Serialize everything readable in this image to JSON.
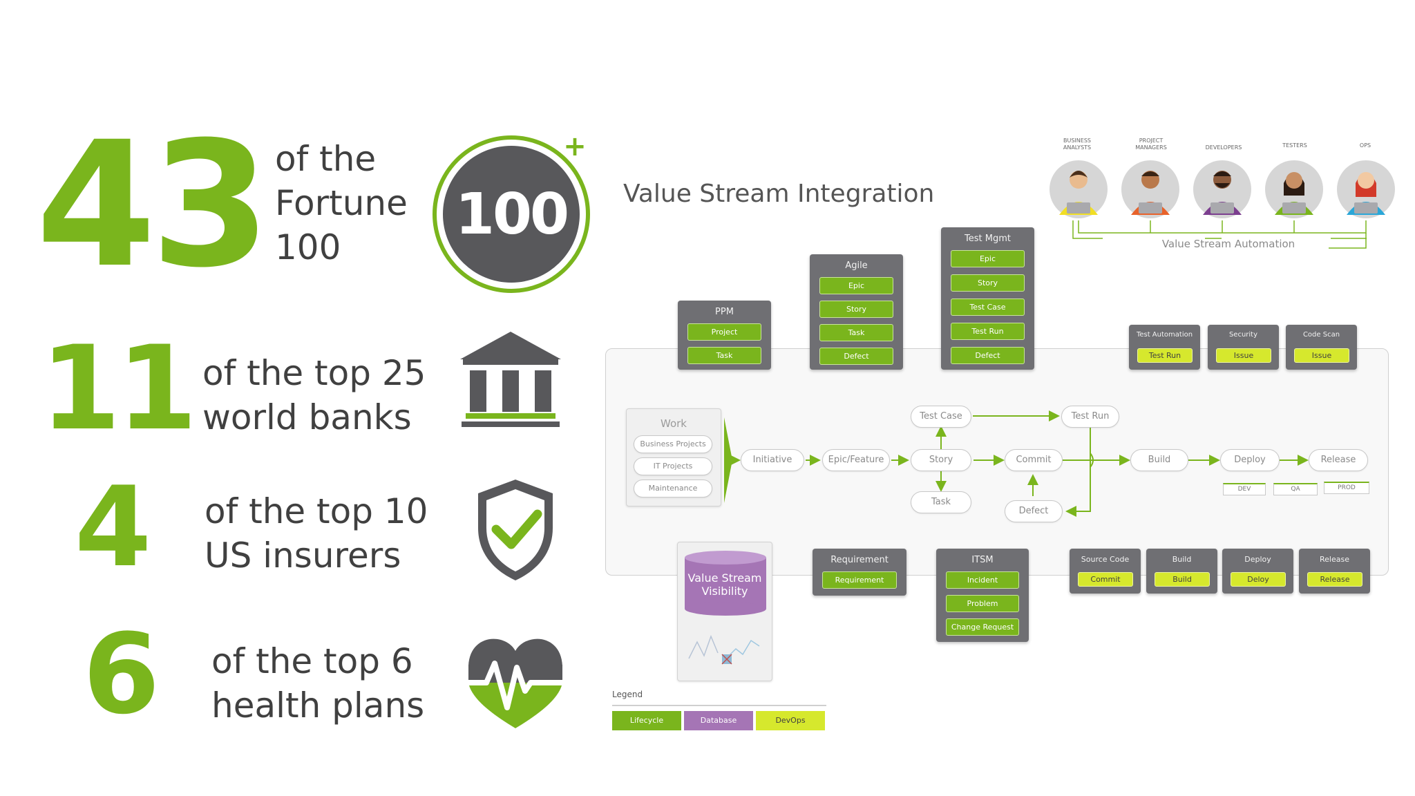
{
  "stats": [
    {
      "number": "43",
      "line1": "of the",
      "line2": "Fortune",
      "line3": "100"
    },
    {
      "number": "11",
      "line1": "of the top 25",
      "line2": "world banks"
    },
    {
      "number": "4",
      "line1": "of the top 10",
      "line2": "US insurers"
    },
    {
      "number": "6",
      "line1": "of the top 6",
      "line2": "health plans"
    }
  ],
  "badge": {
    "value": "100",
    "plus": "+"
  },
  "diagram": {
    "title": "Value Stream Integration",
    "automation_label": "Value Stream Automation",
    "personas": [
      "BUSINESS ANALYSTS",
      "PROJECT MANAGERS",
      "DEVELOPERS",
      "TESTERS",
      "OPS"
    ],
    "ppm": {
      "title": "PPM",
      "items": [
        "Project",
        "Task"
      ]
    },
    "agile": {
      "title": "Agile",
      "items": [
        "Epic",
        "Story",
        "Task",
        "Defect"
      ]
    },
    "test_mgmt": {
      "title": "Test Mgmt",
      "items": [
        "Epic",
        "Story",
        "Test Case",
        "Test Run",
        "Defect"
      ]
    },
    "devops_top": [
      {
        "title": "Test Automation",
        "item": "Test Run"
      },
      {
        "title": "Security",
        "item": "Issue"
      },
      {
        "title": "Code Scan",
        "item": "Issue"
      }
    ],
    "work": {
      "title": "Work",
      "items": [
        "Business Projects",
        "IT Projects",
        "Maintenance"
      ]
    },
    "flow": {
      "initiative": "Initiative",
      "epic_feature": "Epic/Feature",
      "story": "Story",
      "test_case": "Test Case",
      "task": "Task",
      "commit": "Commit",
      "defect": "Defect",
      "test_run": "Test Run",
      "build": "Build",
      "deploy": "Deploy",
      "release": "Release"
    },
    "environments": [
      "DEV",
      "QA",
      "PROD"
    ],
    "vsv": {
      "line1": "Value Stream",
      "line2": "Visibility"
    },
    "requirement": {
      "title": "Requirement",
      "item": "Requirement"
    },
    "itsm": {
      "title": "ITSM",
      "items": [
        "Incident",
        "Problem",
        "Change Request"
      ]
    },
    "devops_bottom": [
      {
        "title": "Source Code",
        "item": "Commit"
      },
      {
        "title": "Build",
        "item": "Build"
      },
      {
        "title": "Deploy",
        "item": "Deloy"
      },
      {
        "title": "Release",
        "item": "Release"
      }
    ],
    "legend": {
      "title": "Legend",
      "items": [
        "Lifecycle",
        "Database",
        "DevOps"
      ]
    }
  },
  "colors": {
    "accent": "#7ab51d",
    "dark": "#58585b",
    "database": "#a575b5",
    "devops": "#d6e82d",
    "panel": "#6f6f73"
  }
}
